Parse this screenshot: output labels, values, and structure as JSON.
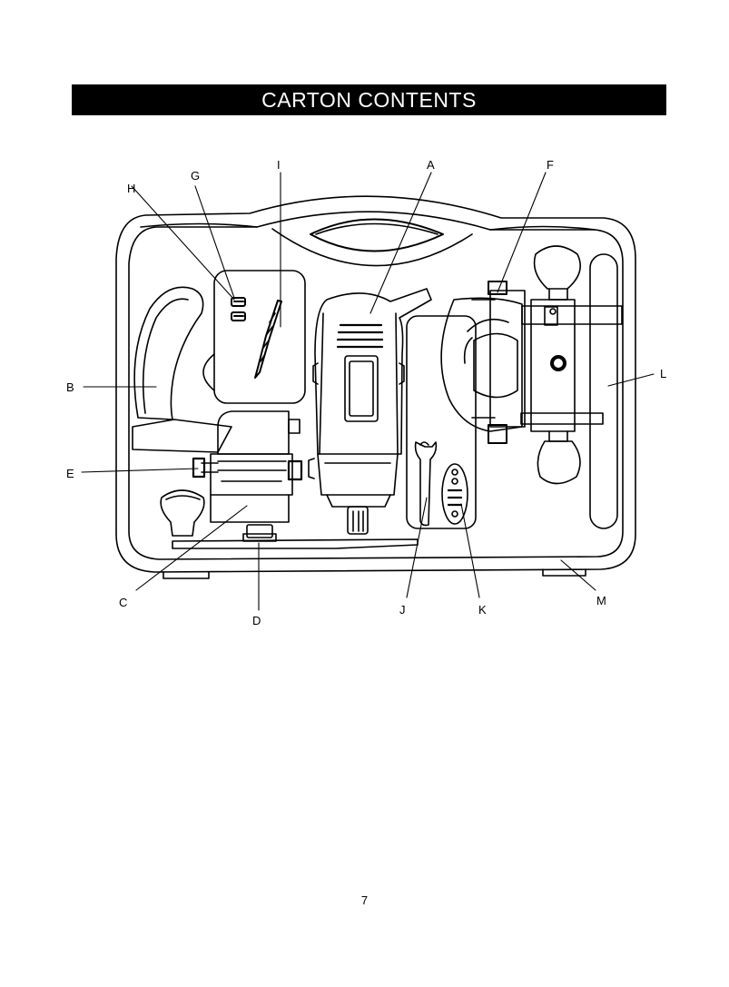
{
  "page": {
    "title": "CARTON CONTENTS",
    "page_number": "7"
  },
  "figure": {
    "callouts": {
      "A": "A",
      "B": "B",
      "C": "C",
      "D": "D",
      "E": "E",
      "F": "F",
      "G": "G",
      "H": "H",
      "I": "I",
      "J": "J",
      "K": "K",
      "L": "L",
      "M": "M"
    }
  }
}
